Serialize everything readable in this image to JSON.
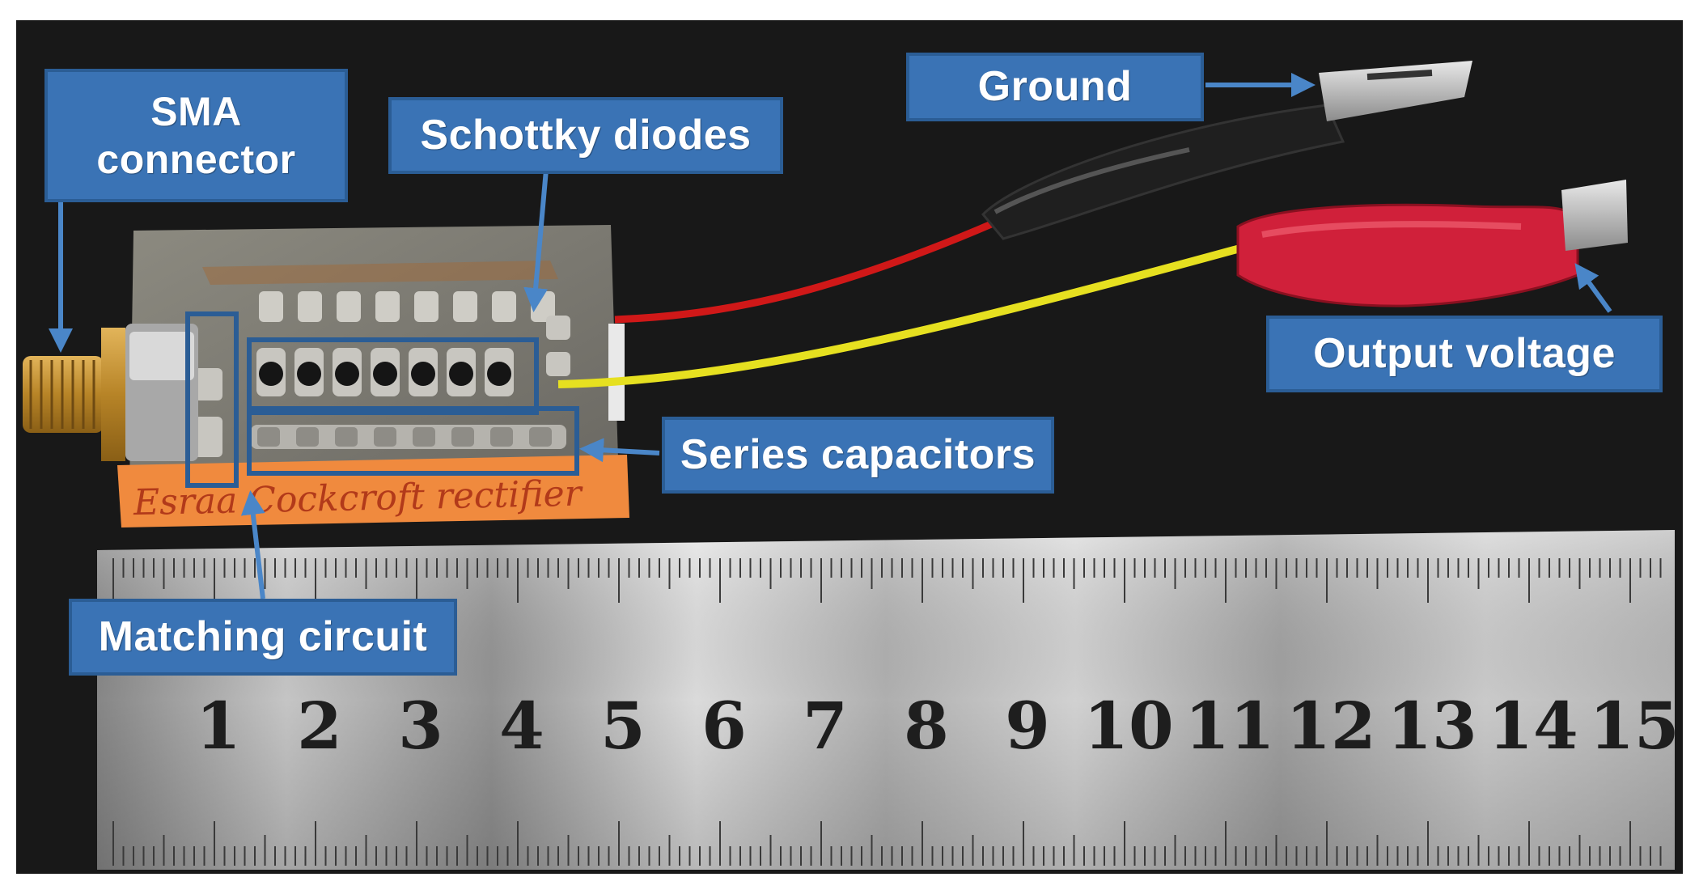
{
  "labels": {
    "sma_connector": "SMA connector",
    "schottky_diodes": "Schottky diodes",
    "ground": "Ground",
    "output_voltage": "Output voltage",
    "series_capacitors": "Series capacitors",
    "matching_circuit": "Matching circuit"
  },
  "board_handwriting": "Esraa Cockcroft rectifier",
  "ruler_numbers": [
    "1",
    "2",
    "3",
    "4",
    "5",
    "6",
    "7",
    "8",
    "9",
    "10",
    "11",
    "12",
    "13",
    "14",
    "15"
  ],
  "colors": {
    "callout_fill": "#3a73b5",
    "callout_border": "#2b5d95",
    "arrow": "#4a86c8",
    "background": "#111111"
  }
}
